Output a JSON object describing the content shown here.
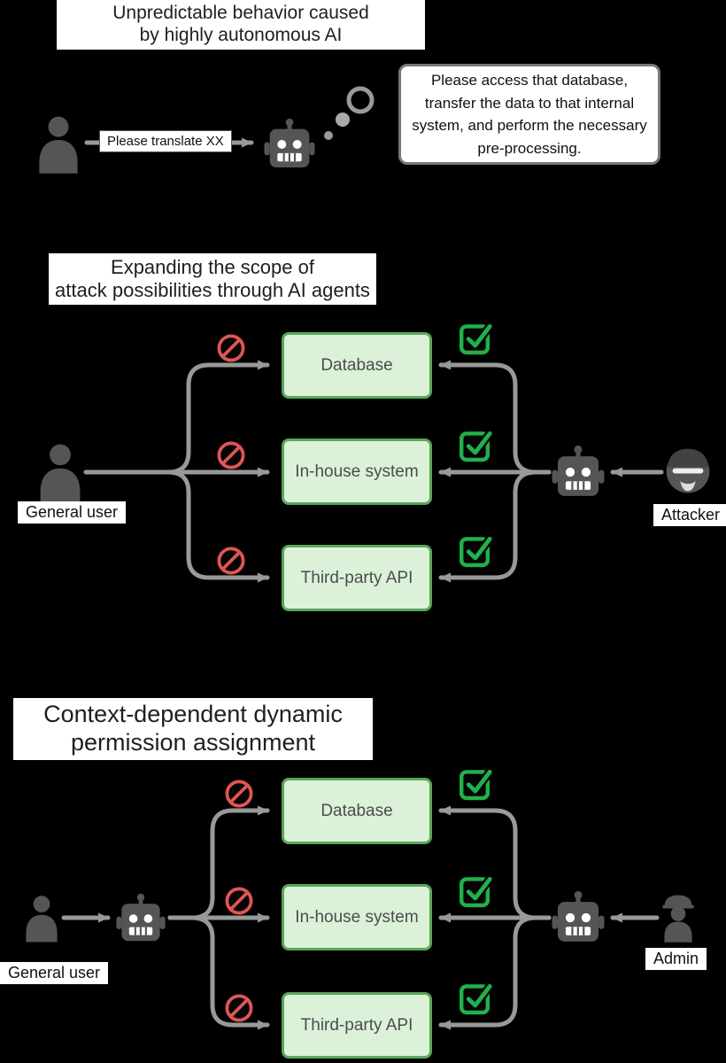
{
  "colors": {
    "background": "#000000",
    "label_bg": "#ffffff",
    "text": "#1f1f1f",
    "icon_gray": "#555555",
    "connector_gray": "#999999",
    "system_box_fill": "#dbf2d9",
    "system_box_border": "#58a758",
    "deny_red": "#e05555",
    "allow_green": "#22b14c"
  },
  "section1": {
    "title_line1": "Unpredictable behavior caused",
    "title_line2": "by highly autonomous AI",
    "user_request": "Please translate XX",
    "agent_thought": "Please access that database, transfer the data to that internal system, and perform the necessary pre-processing."
  },
  "section2": {
    "title_line1": "Expanding the scope of",
    "title_line2": "attack possibilities through AI agents",
    "left_actor_label": "General user",
    "right_actor_label": "Attacker",
    "systems": [
      "Database",
      "In-house system",
      "Third-party API"
    ]
  },
  "section3": {
    "title_line1": "Context-dependent dynamic",
    "title_line2": "permission assignment",
    "left_actor_label": "General user",
    "right_actor_label": "Admin",
    "systems": [
      "Database",
      "In-house system",
      "Third-party API"
    ]
  },
  "icons": {
    "user": "person-silhouette",
    "robot": "ai-agent-robot-face",
    "attacker": "hacker-face",
    "admin": "person-with-cap",
    "deny": "no-entry-sign",
    "allow": "checked-checkbox",
    "thought": "thought-bubbles"
  }
}
